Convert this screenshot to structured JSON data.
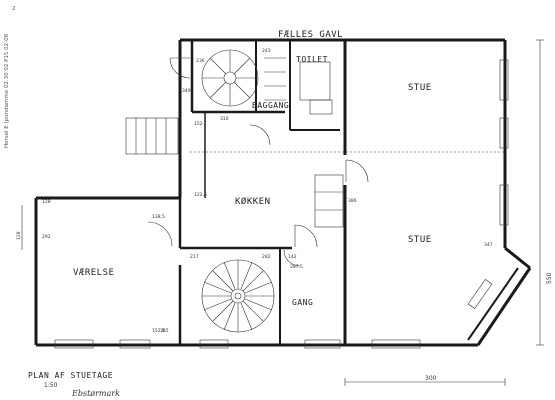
{
  "stamp": {
    "page_number": "2",
    "archive_ref": "Horsel E (pundamme 02.30 02 P15 02-08"
  },
  "rooms": {
    "faelles_gavl": "FÆLLES GAVL",
    "toilet": "TOILET",
    "baggang": "BAGGANG",
    "stue_top": "STUE",
    "koekken": "KØKKEN",
    "stue_bottom": "STUE",
    "vaerelse": "VÆRELSE",
    "gang": "GANG"
  },
  "title": {
    "plan": "PLAN AF STUETAGE",
    "scale": "1:50",
    "signature": "Ebstørmark"
  },
  "dimensions": {
    "d_236": "236",
    "d_243": "243",
    "d_349": "349",
    "d_152": "152",
    "d_310": "310",
    "d_1225": "122,5",
    "d_1385": "138,5",
    "d_128": "128",
    "d_292": "292",
    "d_282": "282",
    "d_217": "217",
    "d_142": "142",
    "d_2875": "287,5",
    "d_300_bottom": "300",
    "d_550_right": "550",
    "d_347": "347",
    "d_386": "386",
    "d_1525": "152,5",
    "d_128_left": "128",
    "d_365": "365"
  }
}
